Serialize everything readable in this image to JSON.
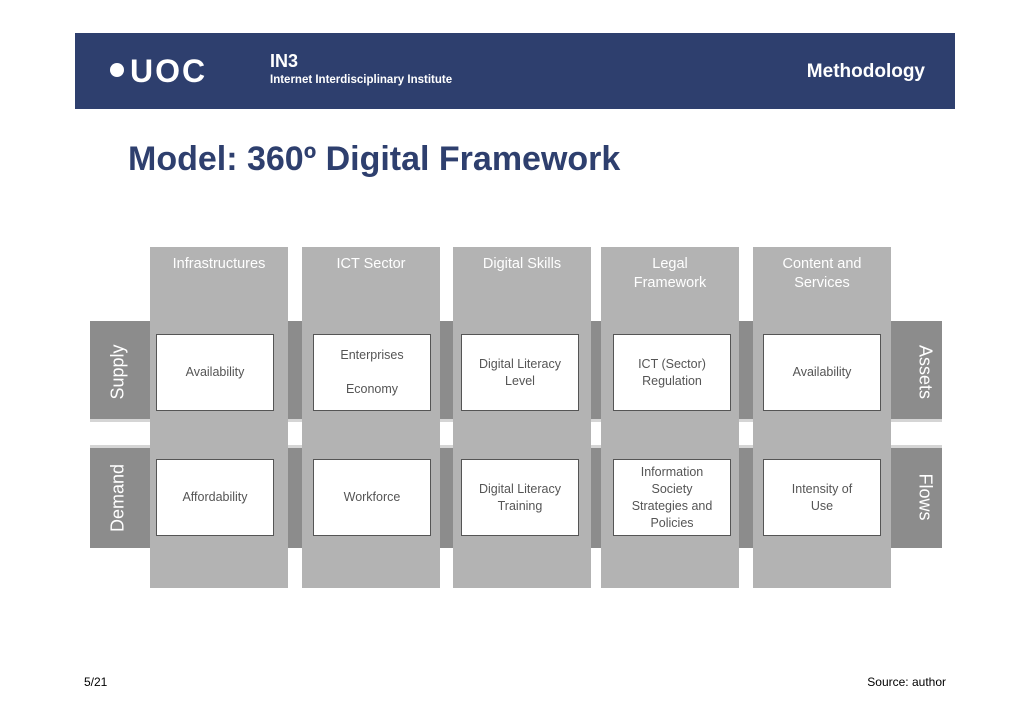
{
  "header": {
    "logo_uoc": "UOC",
    "logo_in3": "IN3",
    "logo_subtitle": "Internet Interdisciplinary Institute",
    "section": "Methodology"
  },
  "title": "Model: 360º Digital Framework",
  "rows": {
    "left_top": "Supply",
    "left_bottom": "Demand",
    "right_top": "Assets",
    "right_bottom": "Flows"
  },
  "columns": [
    {
      "header": "Infrastructures",
      "supply": "Availability",
      "demand": "Affordability"
    },
    {
      "header": "ICT Sector",
      "supply": "Enterprises\n\nEconomy",
      "demand": "Workforce"
    },
    {
      "header": "Digital Skills",
      "supply": "Digital Literacy\nLevel",
      "demand": "Digital Literacy\nTraining"
    },
    {
      "header": "Legal\nFramework",
      "supply": "ICT (Sector)\nRegulation",
      "demand": "Information\nSociety\nStrategies and\nPolicies"
    },
    {
      "header": "Content and\nServices",
      "supply": "Availability",
      "demand": "Intensity of\nUse"
    }
  ],
  "footer": {
    "page": "5/21",
    "source": "Source: author"
  }
}
